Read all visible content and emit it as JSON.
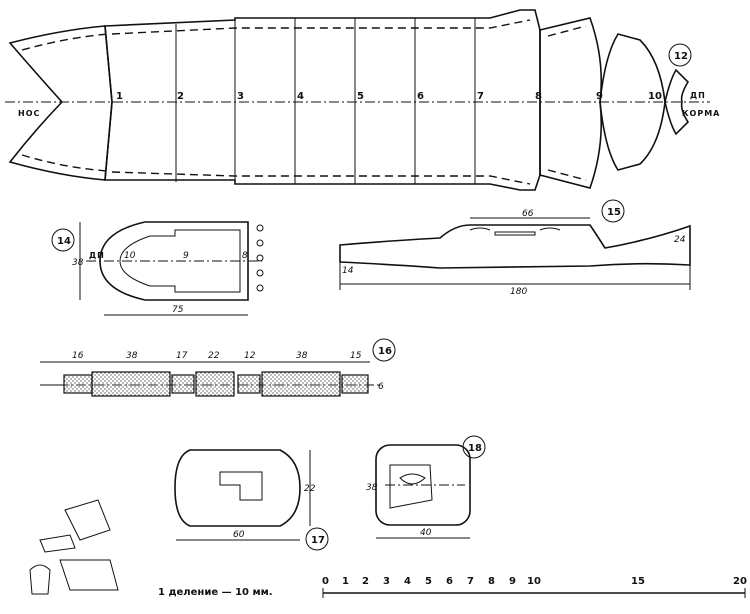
{
  "hull": {
    "bow_label": "НОС",
    "stern_label": "КОРМА",
    "centerline_label": "ДП",
    "frames": [
      "1",
      "2",
      "3",
      "4",
      "5",
      "6",
      "7",
      "8",
      "9",
      "10"
    ]
  },
  "parts": {
    "p12": "12",
    "p14": "14",
    "p15": "15",
    "p16": "16",
    "p17": "17",
    "p18": "18"
  },
  "dims": {
    "p14_height": "38",
    "p14_cl": "ДП",
    "p14_f10": "10",
    "p14_f9": "9",
    "p14_f8": "8",
    "p14_len": "75",
    "p15_top": "66",
    "p15_right": "24",
    "p15_left": "14",
    "p15_len": "180",
    "p16_a": "16",
    "p16_b": "38",
    "p16_c": "17",
    "p16_d": "22",
    "p16_e": "12",
    "p16_f": "38",
    "p16_g": "15",
    "p16_h": "6",
    "p17_w": "60",
    "p17_h": "22",
    "p18_w": "40",
    "p18_h": "38"
  },
  "scale": {
    "caption": "1 деление — 10 мм.",
    "ticks": [
      "0",
      "1",
      "2",
      "3",
      "4",
      "5",
      "6",
      "7",
      "8",
      "9",
      "10",
      "15",
      "20"
    ]
  }
}
